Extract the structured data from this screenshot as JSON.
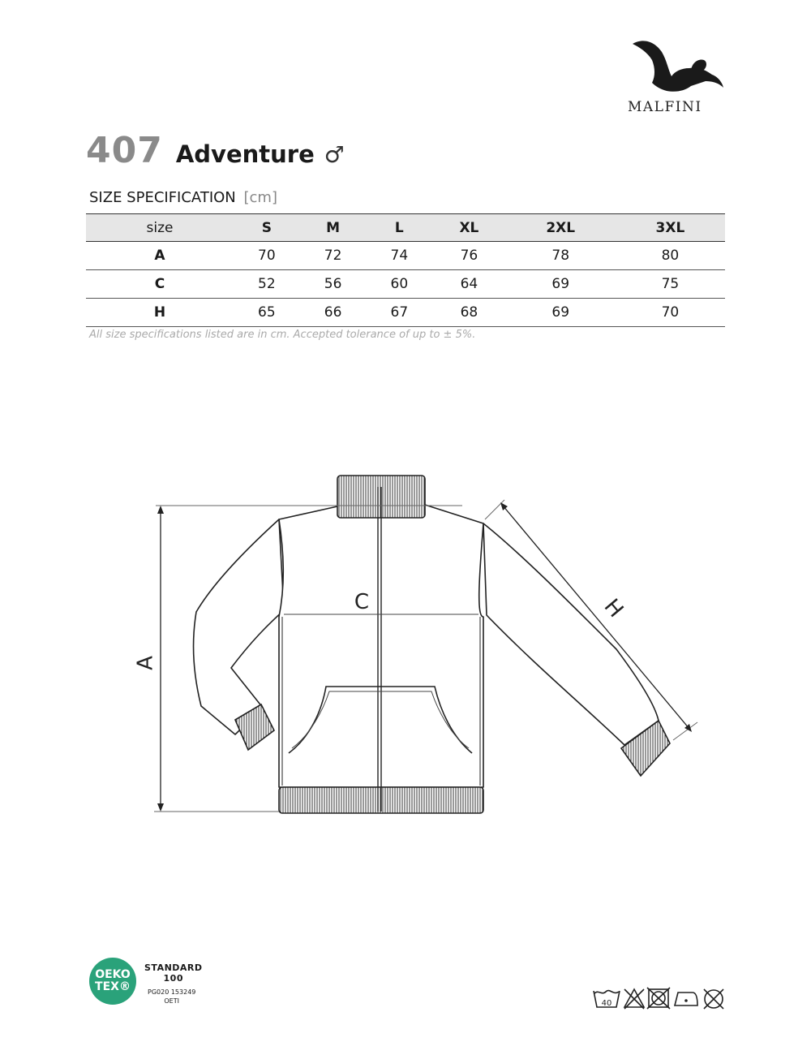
{
  "brand": {
    "name": "MALFINI"
  },
  "product": {
    "number": "407",
    "name": "Adventure",
    "gender_symbol": "♂"
  },
  "spec": {
    "heading": "SIZE SPECIFICATION",
    "unit": "[cm]",
    "headers": [
      "size",
      "S",
      "M",
      "L",
      "XL",
      "2XL",
      "3XL"
    ],
    "rows": [
      {
        "label": "A",
        "values": [
          "70",
          "72",
          "74",
          "76",
          "78",
          "80"
        ]
      },
      {
        "label": "C",
        "values": [
          "52",
          "56",
          "60",
          "64",
          "69",
          "75"
        ]
      },
      {
        "label": "H",
        "values": [
          "65",
          "66",
          "67",
          "68",
          "69",
          "70"
        ]
      }
    ],
    "note": "All size specifications listed are in cm. Accepted tolerance of up to ± 5%."
  },
  "diagram": {
    "labels": {
      "a": "A",
      "c": "C",
      "h": "H"
    }
  },
  "certification": {
    "badge_line1": "OEKO",
    "badge_line2": "TEX®",
    "standard": "STANDARD",
    "standard_num": "100",
    "code": "PG020 153249",
    "institute": "OETI",
    "color": "#2aa27a"
  },
  "care": {
    "wash_temp": "40"
  }
}
